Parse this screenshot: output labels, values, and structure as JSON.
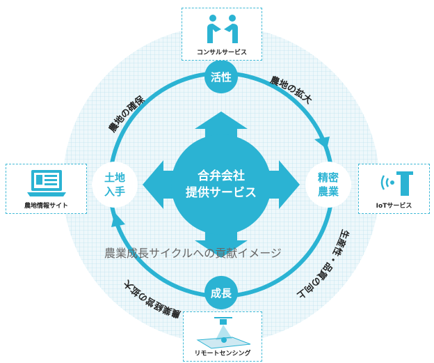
{
  "center": {
    "line1": "合弁会社",
    "line2": "提供サービス"
  },
  "nodes": {
    "top": "活性",
    "right": {
      "line1": "精密",
      "line2": "農業"
    },
    "bottom": "成長",
    "left": {
      "line1": "土地",
      "line2": "入手"
    }
  },
  "arcs": {
    "top_left": "農地の確保",
    "top_right": "農地の拡大",
    "bottom_right": "生産性・品質の向上",
    "bottom_left": "農業経営の拡大"
  },
  "services": {
    "top": {
      "label": "コンサルサービス",
      "icon": "handshake-icon"
    },
    "right": {
      "label": "IoTサービス",
      "icon": "iot-sensor-icon"
    },
    "bottom": {
      "label": "リモートセンシング",
      "icon": "drone-icon"
    },
    "left": {
      "label": "農地情報サイト",
      "icon": "laptop-icon"
    }
  },
  "caption": "農業成長サイクルへの貢献イメージ",
  "colors": {
    "accent": "#2bb3d3",
    "grid": "#cfe9f2",
    "ring_bg": "#e4f4f9"
  }
}
